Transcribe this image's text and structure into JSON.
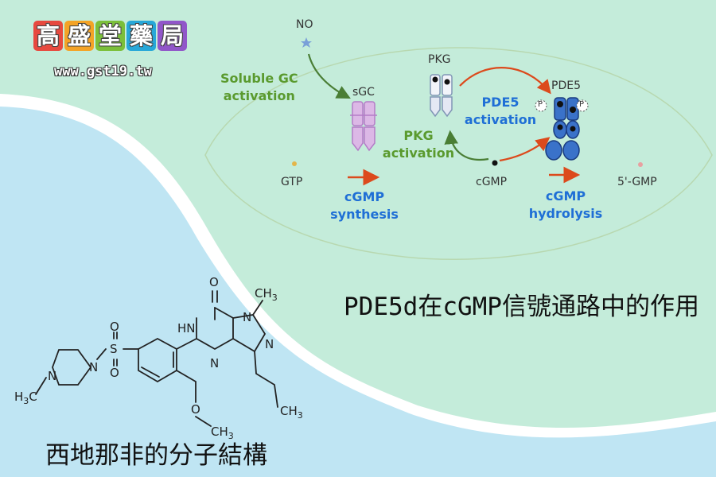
{
  "logo": {
    "chars": [
      "高",
      "盛",
      "堂",
      "藥",
      "局"
    ],
    "colors": [
      "#e7493f",
      "#f4a326",
      "#7bbf3a",
      "#27a7d8",
      "#9156c9"
    ],
    "url": "www.gst19.tw"
  },
  "pathway": {
    "no": "NO",
    "soluble_gc_line1": "Soluble GC",
    "soluble_gc_line2": "activation",
    "sgc": "sGC",
    "pkg": "PKG",
    "pde5_top": "PDE5",
    "pde5_act_line1": "PDE5",
    "pde5_act_line2": "activation",
    "pkg_act_line1": "PKG",
    "pkg_act_line2": "activation",
    "gtp": "GTP",
    "cgmp": "cGMP",
    "synthesis_line1": "cGMP",
    "synthesis_line2": "synthesis",
    "hydrolysis_line1": "cGMP",
    "hydrolysis_line2": "hydrolysis",
    "gmp5": "5'-GMP",
    "phospho": "P"
  },
  "molecule": {
    "o": "O",
    "me1": "CH",
    "me1_sub": "3",
    "hn": "HN",
    "n1": "N",
    "n2": "N",
    "n3": "N",
    "s": "S",
    "o_up": "O",
    "o_down": "O",
    "pip_n1": "N",
    "pip_n2": "N",
    "h3c_h": "H",
    "h3c_sub": "3",
    "h3c_c": "C",
    "ether_o": "O",
    "ethyl": "CH",
    "ethyl_sub": "3",
    "propyl": "CH",
    "propyl_sub": "3"
  },
  "captions": {
    "role": "PDE5d在cGMP信號通路中的作用",
    "structure": "西地那非的分子結構"
  },
  "colors": {
    "bg_green": "#c4ecda",
    "bg_blue": "#bfe5f3",
    "arrow_orange": "#dc4a1c",
    "arrow_green": "#4a7e35",
    "sgc_pink": "#dcb8e6",
    "pde5_blue": "#3a72c9"
  }
}
